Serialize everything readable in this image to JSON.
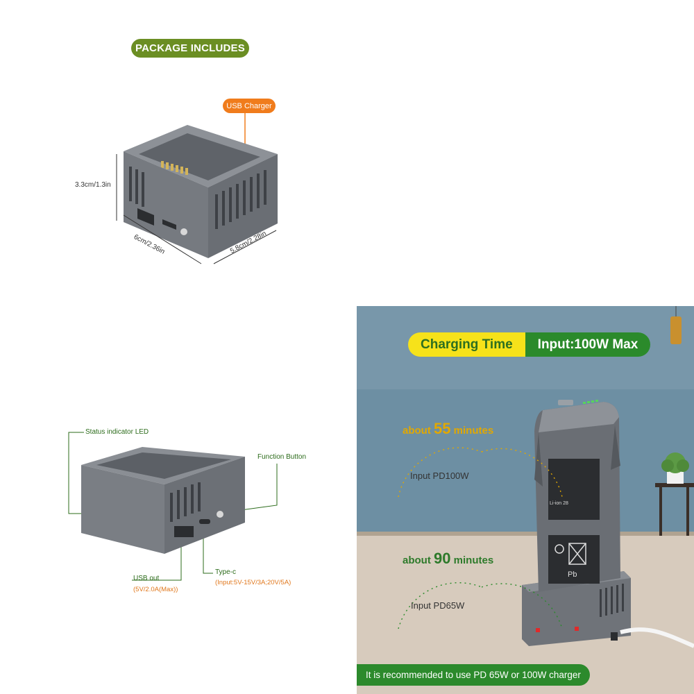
{
  "package": {
    "title": "PACKAGE INCLUDES",
    "usb_charger": "USB Charger",
    "height_dim": "3.3cm/1.3in",
    "width_dim": "6cm/2.36in",
    "depth_dim": "5.8cm/2.28in"
  },
  "ports": {
    "status_led": "Status indicator LED",
    "function_button": "Function Button",
    "usb_out_label": "USB out",
    "usb_out_spec": "(5V/2.0A(Max))",
    "typec_label": "Type-c",
    "typec_spec": "(Input:5V-15V/3A;20V/5A)"
  },
  "ad": {
    "title_left": "Charging Time",
    "title_right": "Input:100W Max",
    "fast": {
      "prefix": "about",
      "value": "55",
      "unit": "minutes",
      "gauge": "Input PD100W"
    },
    "slow": {
      "prefix": "about",
      "value": "90",
      "unit": "minutes",
      "gauge": "Input PD65W"
    },
    "footer": "It is recommended to use PD 65W or 100W charger",
    "battery_label": "Li-ion 28",
    "pb_label": "Pb"
  },
  "colors": {
    "olive": "#6b8e23",
    "orange": "#f07c1c",
    "green": "#2c8a2c",
    "yellow": "#f6e21a",
    "device_gray": "#7d8188"
  }
}
